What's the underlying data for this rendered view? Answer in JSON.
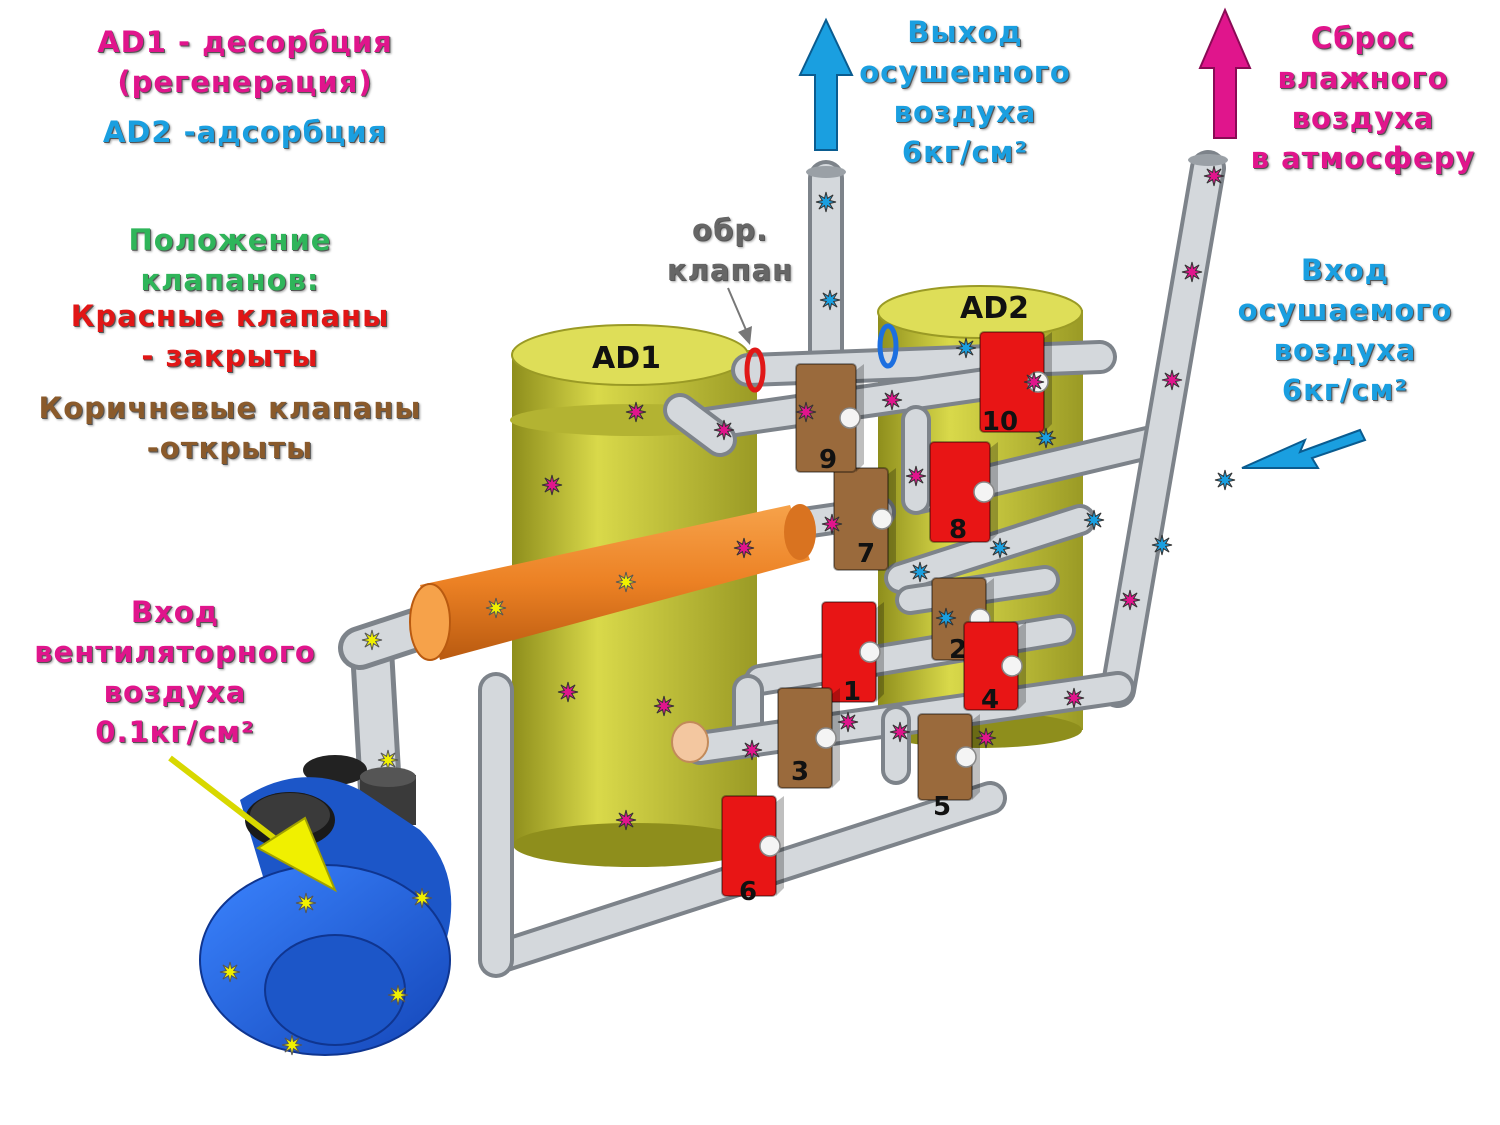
{
  "legend": {
    "ad1": "AD1 - десорбция",
    "ad1_sub": "(регенерация)",
    "ad2": "AD2 -адсорбция",
    "pos_title_1": "Положение",
    "pos_title_2": "клапанов:",
    "red_1": "Красные клапаны",
    "red_2": "- закрыты",
    "brown_1": "Коричневые клапаны",
    "brown_2": "-открыты"
  },
  "check_valve": {
    "line1": "обр.",
    "line2": "клапан"
  },
  "outlet_dry": {
    "line1": "Выход",
    "line2": "осушенного",
    "line3": "воздуха",
    "line4": "6кг/см²"
  },
  "discharge": {
    "line1": "Сброс",
    "line2": "влажного",
    "line3": "воздуха",
    "line4": "в атмосферу"
  },
  "inlet_wet": {
    "line1": "Вход",
    "line2": "осушаемого",
    "line3": "воздуха",
    "line4": "6кг/см²"
  },
  "inlet_fan": {
    "line1": "Вход",
    "line2": "вентиляторного",
    "line3": "воздуха",
    "line4": "0.1кг/см²"
  },
  "tanks": {
    "ad1": "AD1",
    "ad2": "AD2"
  },
  "valves": [
    {
      "id": "1",
      "state": "closed"
    },
    {
      "id": "2",
      "state": "open"
    },
    {
      "id": "3",
      "state": "open"
    },
    {
      "id": "4",
      "state": "closed"
    },
    {
      "id": "5",
      "state": "open"
    },
    {
      "id": "6",
      "state": "closed"
    },
    {
      "id": "7",
      "state": "open"
    },
    {
      "id": "8",
      "state": "closed"
    },
    {
      "id": "9",
      "state": "open"
    },
    {
      "id": "10",
      "state": "closed"
    }
  ],
  "colors": {
    "closed_valve": "#e81515",
    "open_valve": "#9a6a3c",
    "tank": "#c9c93a",
    "heater": "#f08a2a",
    "pipe": "#c8ccd0",
    "fan": "#1f63e0",
    "arrow_blue": "#1a9fe0",
    "arrow_magenta": "#e0158c",
    "arrow_yellow": "#f0f000"
  }
}
